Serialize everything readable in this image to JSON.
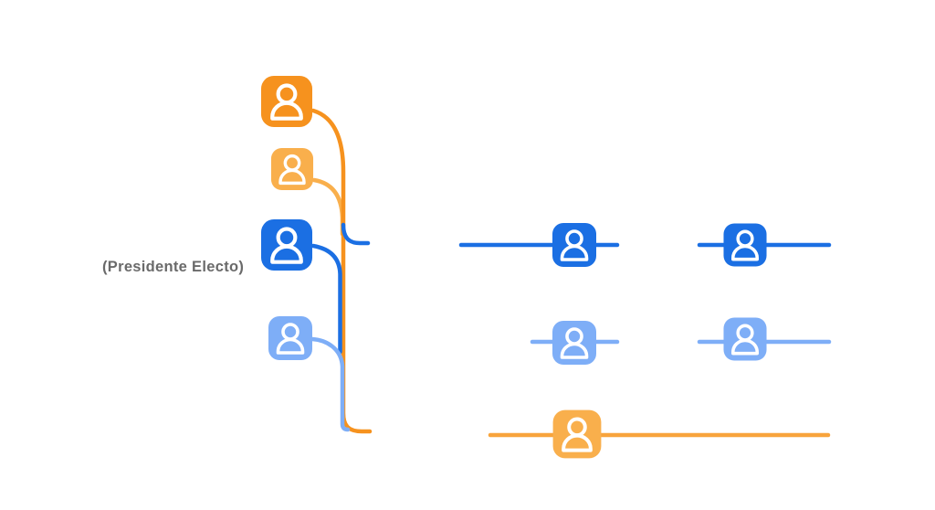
{
  "diagram": {
    "type": "org-chart",
    "note_label": "(Presidente Electo)"
  },
  "colors": {
    "orange": "#F6921E",
    "amber": "#F9AF4C",
    "blue": "#1B6FE3",
    "light_blue": "#7EAEF7",
    "row_orange": "#F8A43C",
    "label_gray": "#6A6A6A",
    "glyph_white": "#FFFFFF"
  },
  "nodes": {
    "left_column": [
      {
        "id": "left-1",
        "color_key": "orange"
      },
      {
        "id": "left-2",
        "color_key": "amber"
      },
      {
        "id": "left-3",
        "color_key": "blue",
        "note": "(Presidente Electo)"
      },
      {
        "id": "left-4",
        "color_key": "light_blue"
      }
    ],
    "rows": [
      {
        "id": "row-blue",
        "color_key": "blue",
        "node_count": 2
      },
      {
        "id": "row-light-blue",
        "color_key": "light_blue",
        "node_count": 2
      },
      {
        "id": "row-orange",
        "color_key": "amber",
        "node_count": 1
      }
    ]
  }
}
